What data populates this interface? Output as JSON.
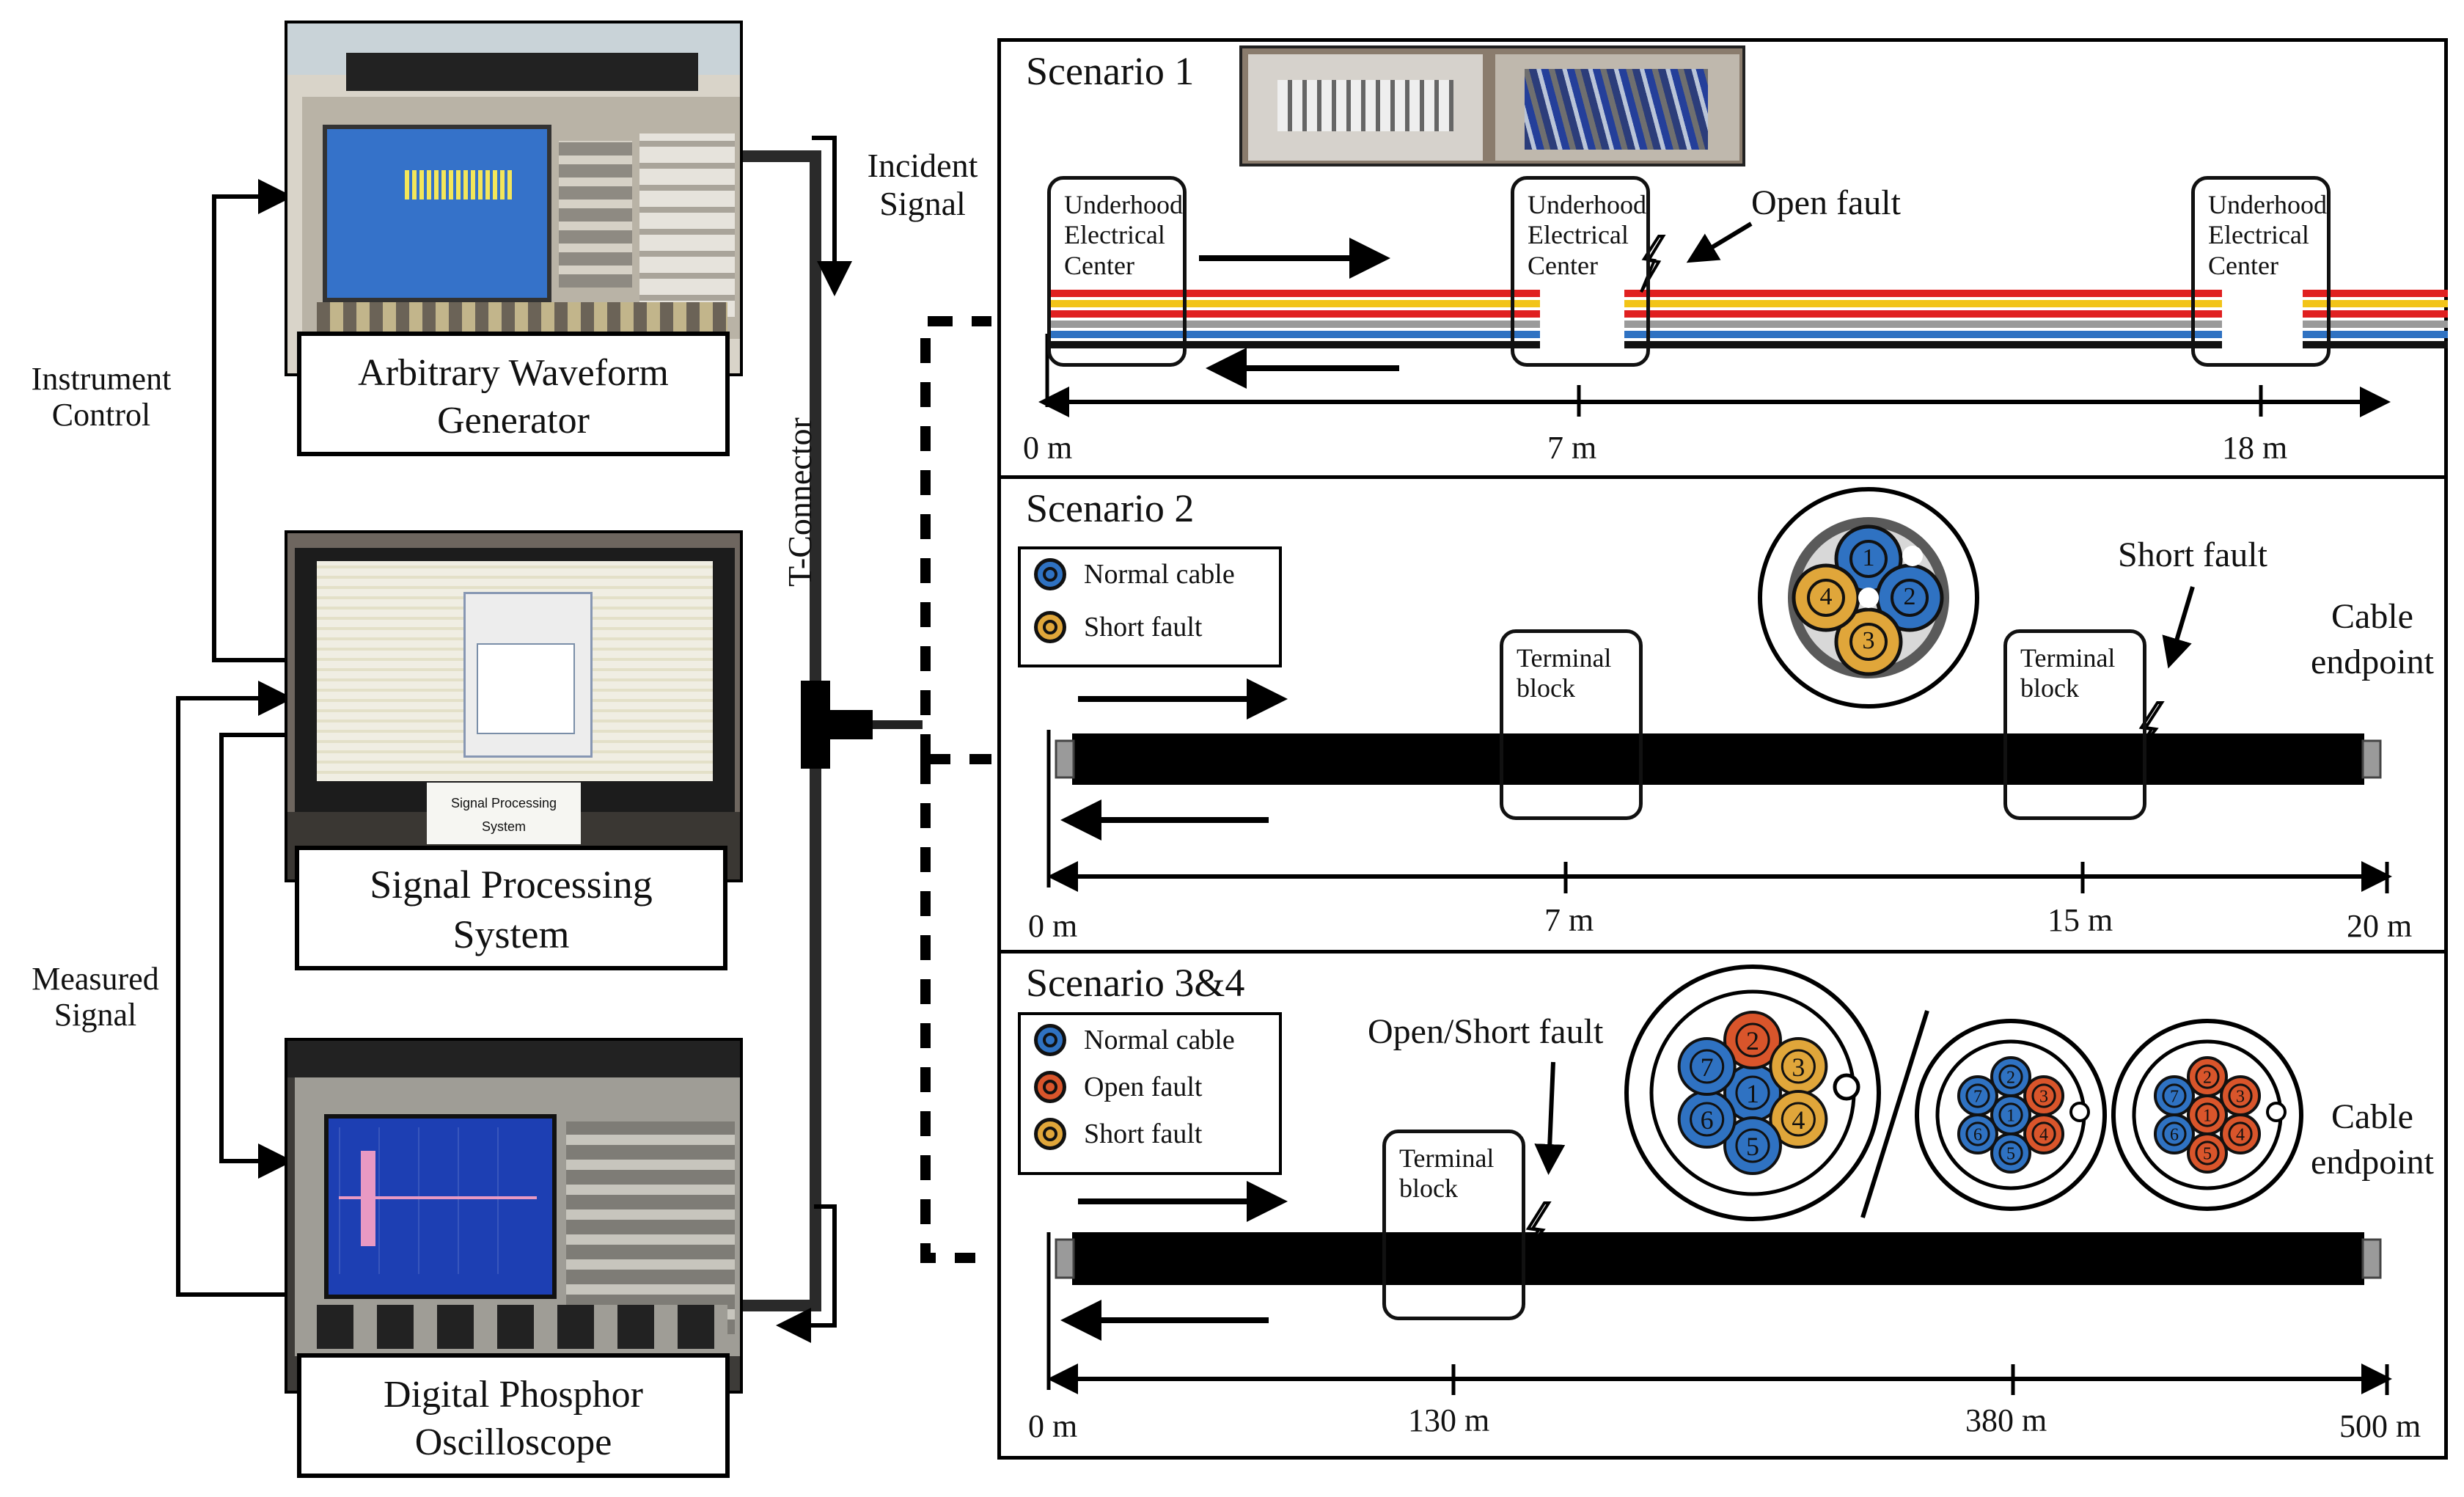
{
  "left": {
    "instrument_control": "Instrument\nControl",
    "measured_signal": "Measured\nSignal",
    "incident_signal": "Incident\nSignal",
    "t_connector": "T-Connector",
    "awg_label": "Arbitrary Waveform\nGenerator",
    "sps_label": "Signal Processing\nSystem",
    "sps_sign": "Signal Processing\nSystem",
    "dpo_label": "Digital Phosphor\nOscilloscope"
  },
  "scenario1": {
    "title": "Scenario 1",
    "uec": "Underhood\nElectrical\nCenter",
    "fault": "Open fault",
    "ticks": [
      "0 m",
      "7 m",
      "18 m"
    ],
    "wire_colors": [
      "#e02020",
      "#f2c418",
      "#e02020",
      "#9a9a9a",
      "#2f72c2",
      "#111111"
    ]
  },
  "scenario2": {
    "title": "Scenario 2",
    "legend": [
      "Normal cable",
      "Short fault"
    ],
    "terminal": "Terminal\nblock",
    "fault": "Short fault",
    "endpoint": "Cable\nendpoint",
    "cross_section": [
      "1",
      "2",
      "3",
      "4"
    ],
    "ticks": [
      "0 m",
      "7 m",
      "15 m",
      "20 m"
    ]
  },
  "scenario34": {
    "title": "Scenario 3&4",
    "legend": [
      "Normal cable",
      "Open fault",
      "Short fault"
    ],
    "terminal": "Terminal\nblock",
    "fault": "Open/Short fault",
    "endpoint": "Cable\nendpoint",
    "cross_section": [
      "1",
      "2",
      "3",
      "4",
      "5",
      "6",
      "7"
    ],
    "ticks": [
      "0 m",
      "130 m",
      "380 m",
      "500 m"
    ]
  },
  "colors": {
    "normal": "#2f72c2",
    "open": "#d9552b",
    "short": "#e0a63a",
    "black": "#000000"
  }
}
